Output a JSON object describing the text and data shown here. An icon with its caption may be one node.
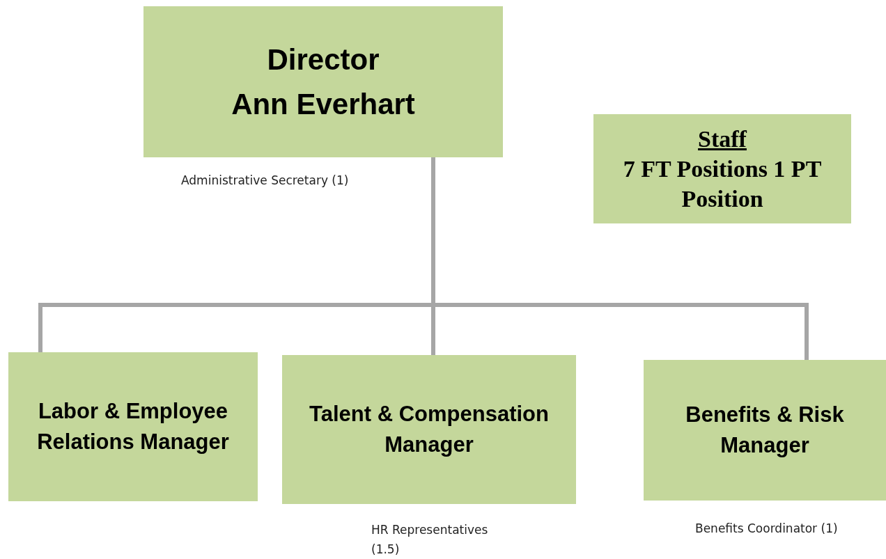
{
  "diagram": {
    "nodes": [
      {
        "text": [
          "Director",
          "Ann Everhart"
        ],
        "beside": [
          "Administrative Secretary (1)"
        ]
      },
      {
        "text": [
          "Staff",
          "7 FT Positions 1 PT Position"
        ]
      },
      {
        "text": [
          "Labor & Employee Relations Manager"
        ]
      },
      {
        "text": [
          "Talent & Compensation Manager"
        ],
        "beside": [
          "HR Representatives (1.5)"
        ]
      },
      {
        "text": [
          "Benefits & Risk Manager"
        ],
        "beside": [
          "Benefits Coordinator (1)"
        ]
      }
    ],
    "edges": [
      {
        "from": 0,
        "to": 2,
        "arrow": "none"
      },
      {
        "from": 0,
        "to": 3,
        "arrow": "none"
      },
      {
        "from": 0,
        "to": 4,
        "arrow": "none"
      }
    ]
  }
}
